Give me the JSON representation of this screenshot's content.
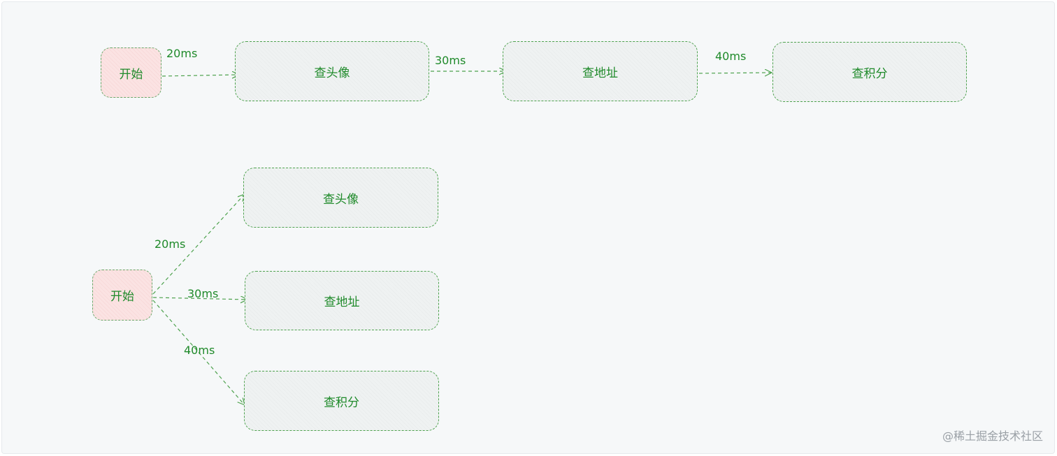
{
  "serial": {
    "start": "开始",
    "step1": "查头像",
    "step2": "查地址",
    "step3": "查积分",
    "edge1": "20ms",
    "edge2": "30ms",
    "edge3": "40ms"
  },
  "parallel": {
    "start": "开始",
    "task1": "查头像",
    "task2": "查地址",
    "task3": "查积分",
    "edge1": "20ms",
    "edge2": "30ms",
    "edge3": "40ms"
  },
  "watermark": "@稀土掘金技术社区",
  "colors": {
    "stroke": "#4ea24e",
    "text": "#1f8a2a",
    "start_fill": "#fbe3e3",
    "node_fill": "#eff2f2"
  }
}
